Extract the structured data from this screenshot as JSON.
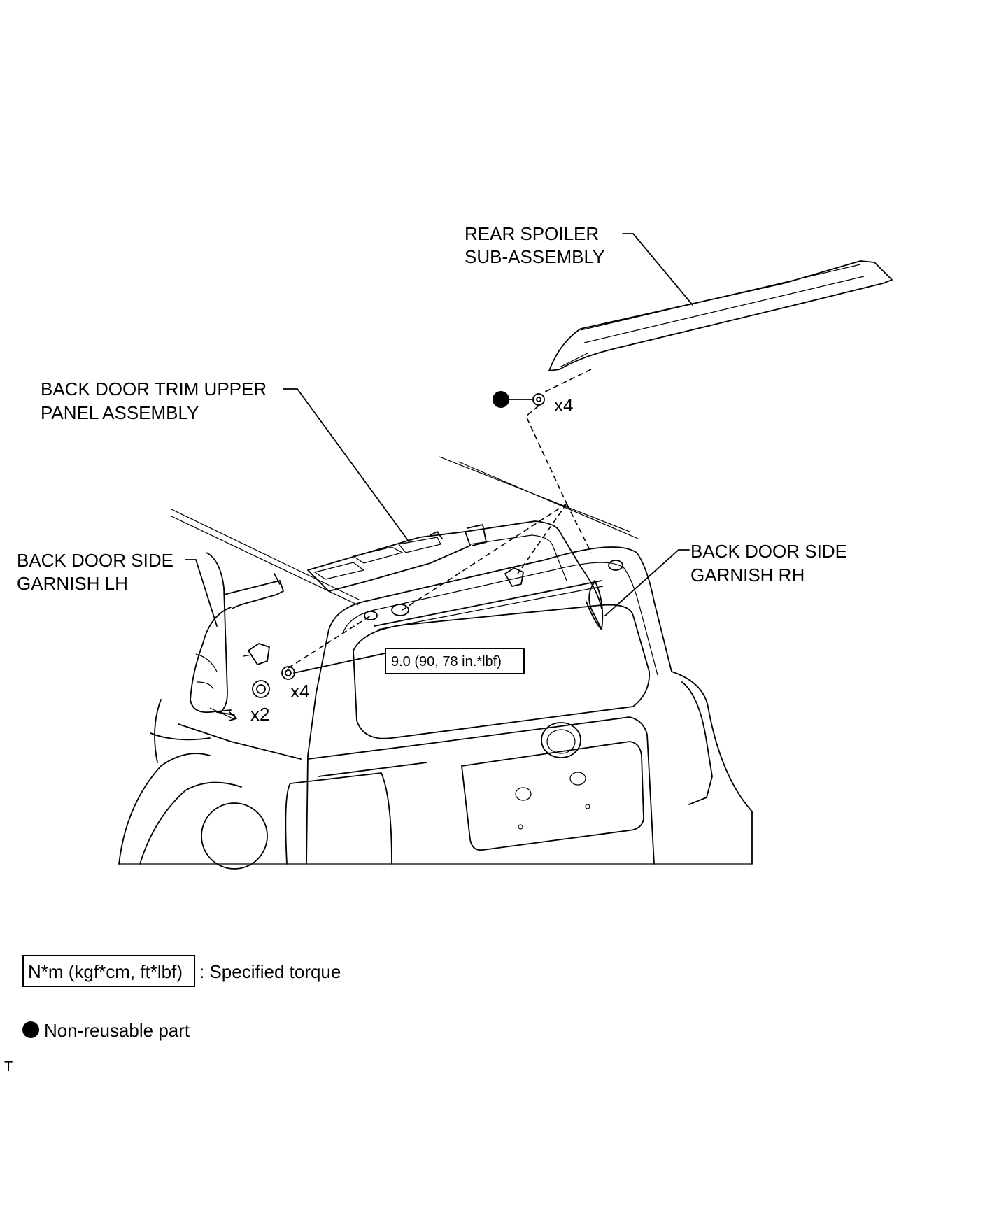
{
  "callouts": {
    "rear_spoiler": [
      "REAR SPOILER",
      "SUB-ASSEMBLY"
    ],
    "trim_upper_panel": [
      "BACK DOOR TRIM UPPER",
      "PANEL ASSEMBLY"
    ],
    "side_garnish_lh": [
      "BACK DOOR SIDE",
      "GARNISH LH"
    ],
    "side_garnish_rh": [
      "BACK DOOR SIDE",
      "GARNISH RH"
    ]
  },
  "quantities": {
    "nuts_spoiler": "x4",
    "bolts_panel": "x4",
    "clips_garnish": "x2"
  },
  "torque_spec": "9.0 (90, 78 in.*lbf)",
  "legend": {
    "torque_unit": "N*m (kgf*cm, ft*lbf)",
    "torque_desc": ": Specified torque",
    "nonreusable_desc": "Non-reusable part"
  },
  "corner_mark": "T"
}
